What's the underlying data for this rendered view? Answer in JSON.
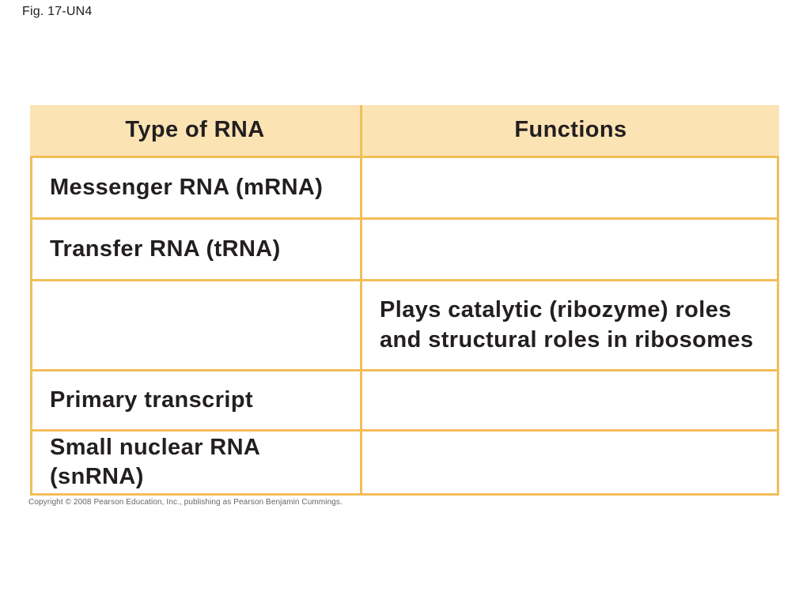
{
  "figure": {
    "label": "Fig. 17-UN4"
  },
  "table": {
    "columns": [
      "Type of RNA",
      "Functions"
    ],
    "rows": [
      {
        "type": "Messenger RNA (mRNA)",
        "function": ""
      },
      {
        "type": "Transfer RNA (tRNA)",
        "function": ""
      },
      {
        "type": "",
        "function": "Plays catalytic (ribozyme) roles and structural roles in ribosomes",
        "function_lines": [
          "Plays catalytic (ribozyme) roles",
          "and structural roles in ribosomes"
        ]
      },
      {
        "type": "Primary transcript",
        "function": ""
      },
      {
        "type": "Small nuclear RNA (snRNA)",
        "function": ""
      }
    ]
  },
  "footer": {
    "copyright": "Copyright © 2008 Pearson Education, Inc., publishing as Pearson Benjamin Cummings."
  },
  "colors": {
    "background": "#FFFFFF",
    "header_bg": "#FBE3B4",
    "table_border": "#F2BE58",
    "cell_text": "#231F20",
    "copyright_text": "#666666"
  }
}
